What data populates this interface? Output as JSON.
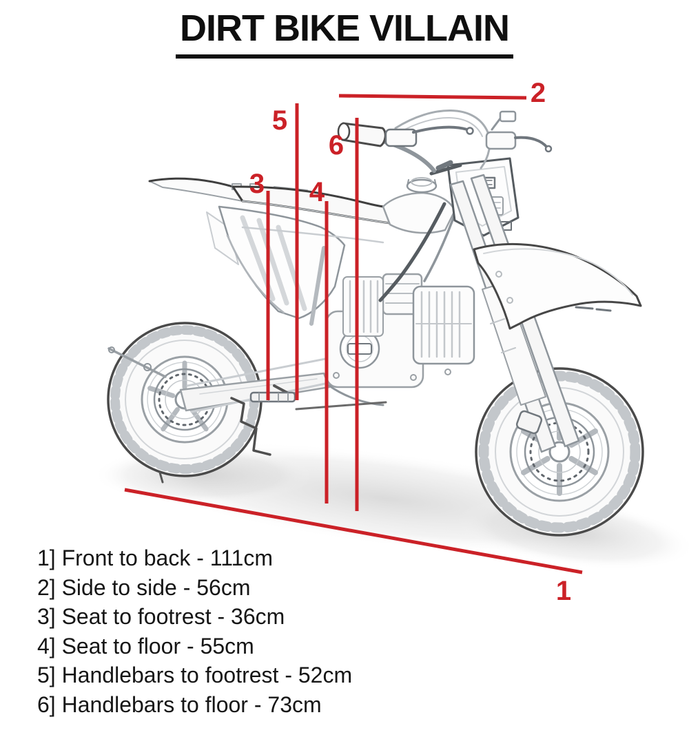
{
  "title": "DIRT BIKE VILLAIN",
  "accent_color": "#cb2127",
  "measurements": [
    {
      "num": "1",
      "label": "Front to back",
      "value": "111cm",
      "display": "1] Front to back - 111cm"
    },
    {
      "num": "2",
      "label": "Side to side",
      "value": "56cm",
      "display": "2] Side to side - 56cm"
    },
    {
      "num": "3",
      "label": "Seat to footrest",
      "value": "36cm",
      "display": "3] Seat to footrest - 36cm"
    },
    {
      "num": "4",
      "label": "Seat to floor",
      "value": "55cm",
      "display": "4] Seat to floor - 55cm"
    },
    {
      "num": "5",
      "label": "Handlebars to footrest",
      "value": "52cm",
      "display": "5] Handlebars to footrest - 52cm"
    },
    {
      "num": "6",
      "label": "Handlebars to floor",
      "value": "73cm",
      "display": "6] Handlebars to floor - 73cm"
    }
  ]
}
